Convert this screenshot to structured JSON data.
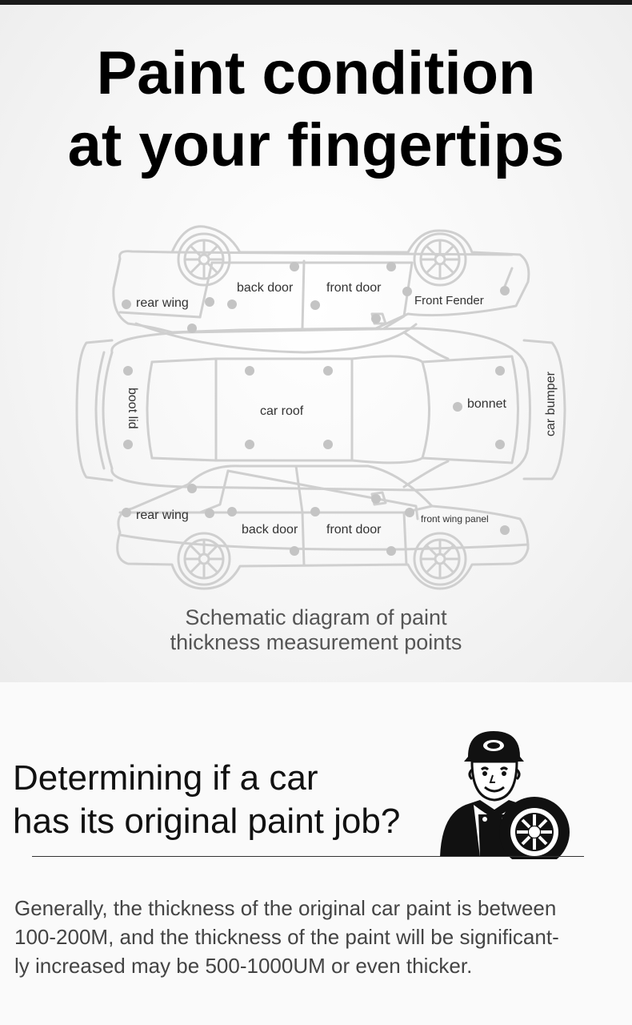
{
  "header": {
    "title_line1": "Paint condition",
    "title_line2": "at your fingertips"
  },
  "diagram": {
    "labels": {
      "rear_wing_top": "rear wing",
      "back_door_top": "back door",
      "front_door_top": "front door",
      "front_fender": "Front Fender",
      "boot_lid": "boot lid",
      "car_roof": "car roof",
      "bonnet": "bonnet",
      "car_bumper": "car bumper",
      "rear_wing_bottom": "rear wing",
      "back_door_bottom": "back door",
      "front_door_bottom": "front door",
      "front_wing_panel": "front wing panel"
    },
    "caption_line1": "Schematic diagram of paint",
    "caption_line2": "thickness measurement points",
    "icon": "car-top-and-side-outline-icon",
    "line_color": "#cfcfcf",
    "point_color": "#c4c4c4"
  },
  "question": {
    "line1": "Determining if a car",
    "line2": "has its original paint job?",
    "icon": "mechanic-with-tire-icon"
  },
  "body": {
    "line1": "Generally, the thickness of the original car paint is between",
    "line2": "100-200M, and the thickness of the paint will be significant-",
    "line3": "ly increased may be 500-1000UM or even thicker."
  }
}
